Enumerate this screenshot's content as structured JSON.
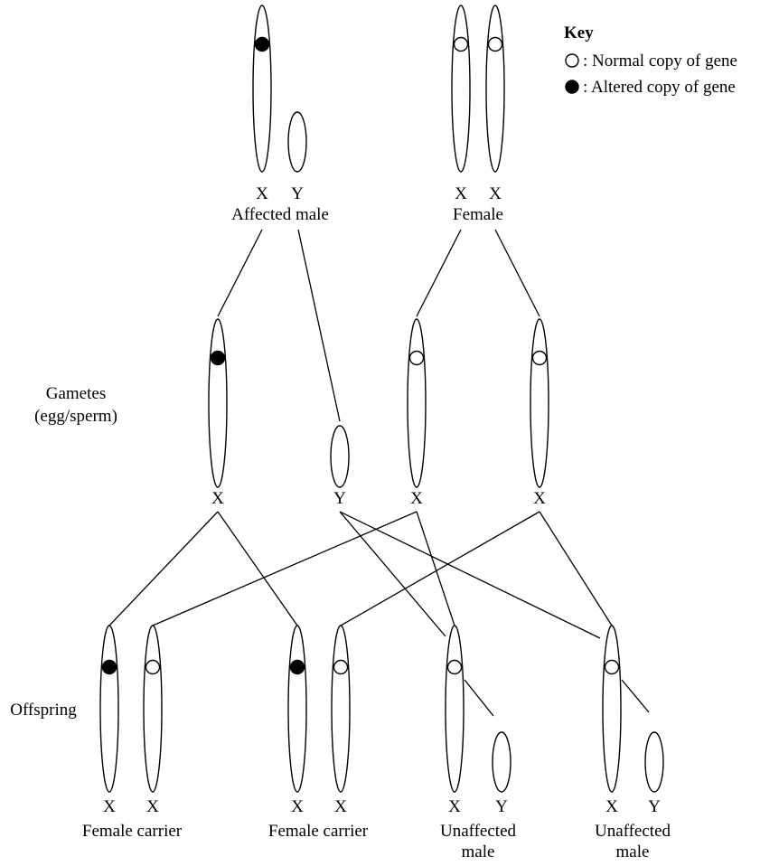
{
  "key": {
    "title": "Key",
    "normal_label": ": Normal copy of gene",
    "altered_label": ": Altered copy of gene"
  },
  "parents": {
    "male": {
      "chromosomes": [
        "X",
        "Y"
      ],
      "label": "Affected male"
    },
    "female": {
      "chromosomes": [
        "X",
        "X"
      ],
      "label": "Female"
    }
  },
  "gametes": {
    "label_line1": "Gametes",
    "label_line2": "(egg/sperm)",
    "chromosomes": [
      "X",
      "Y",
      "X",
      "X"
    ]
  },
  "offspring": {
    "label": "Offspring",
    "children": [
      {
        "chromosomes": [
          "X",
          "X"
        ],
        "label_line1": "Female carrier",
        "label_line2": ""
      },
      {
        "chromosomes": [
          "X",
          "X"
        ],
        "label_line1": "Female carrier",
        "label_line2": ""
      },
      {
        "chromosomes": [
          "X",
          "Y"
        ],
        "label_line1": "Unaffected",
        "label_line2": "male"
      },
      {
        "chromosomes": [
          "X",
          "Y"
        ],
        "label_line1": "Unaffected",
        "label_line2": "male"
      }
    ]
  }
}
